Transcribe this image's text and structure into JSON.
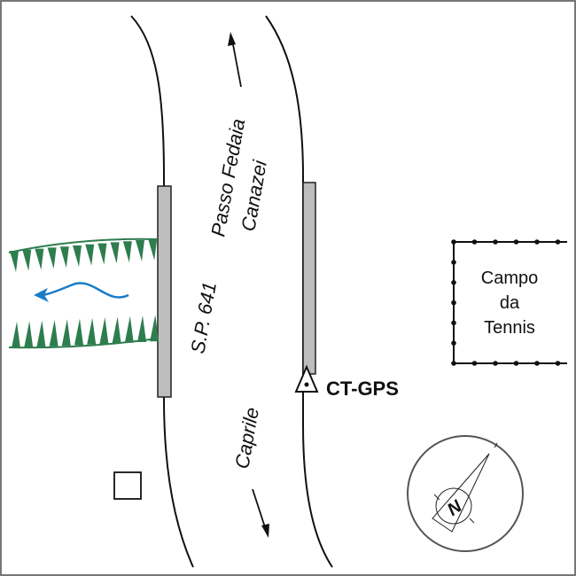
{
  "labels": {
    "road_name": "S.P. 641",
    "direction_north_1": "Passo Fedaia",
    "direction_north_2": "Canazei",
    "direction_south": "Caprile",
    "station": "CT-GPS",
    "court_line1": "Campo",
    "court_line2": "da",
    "court_line3": "Tennis",
    "compass_letter": "N"
  },
  "colors": {
    "hachure": "#2e7d4f",
    "flow_arrow": "#1a7cc8",
    "barrier": "#bdbdbd"
  }
}
